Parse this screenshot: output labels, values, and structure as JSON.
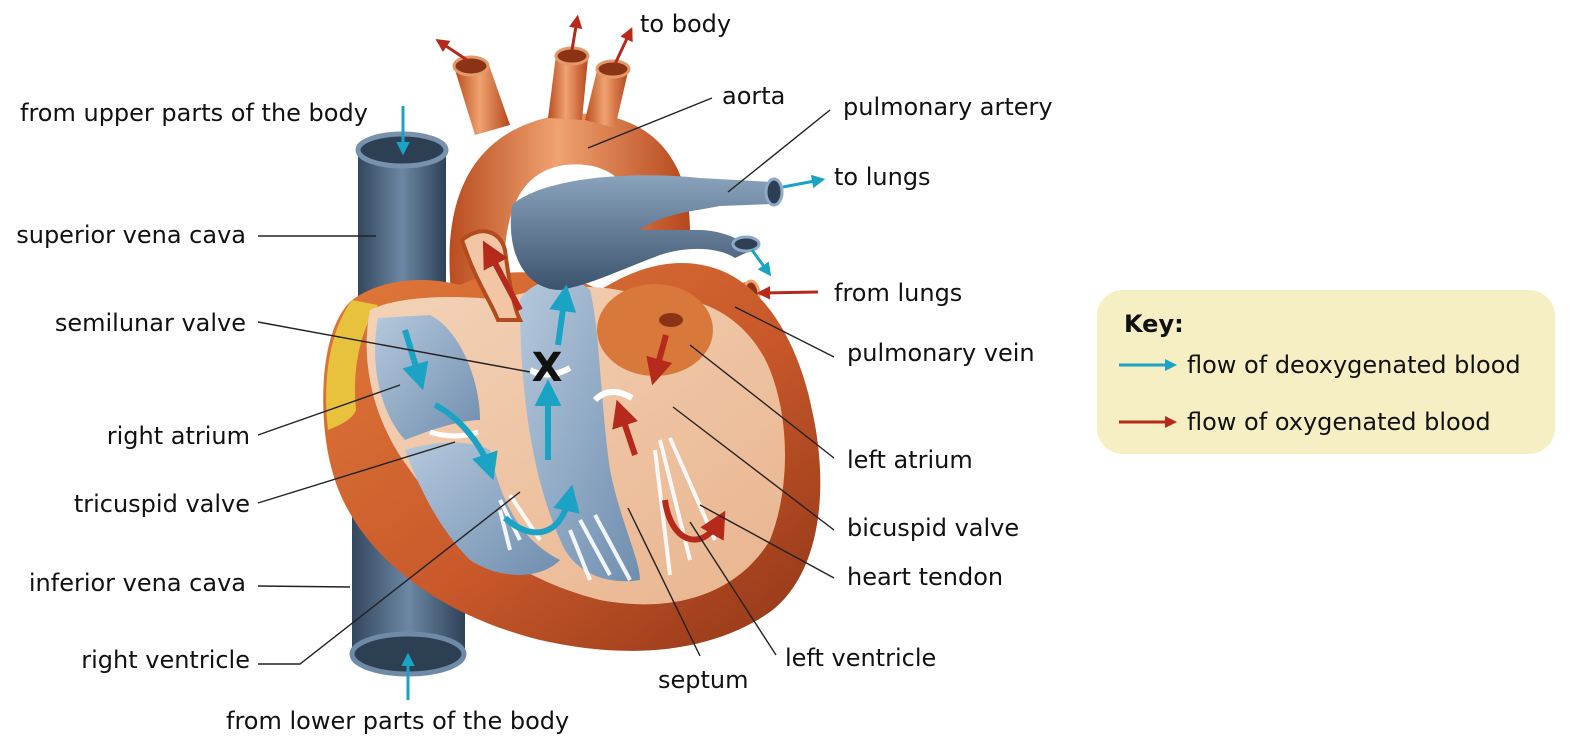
{
  "labels": {
    "to_body": "to body",
    "aorta": "aorta",
    "pulmonary_artery": "pulmonary artery",
    "from_upper": "from upper parts of the body",
    "to_lungs": "to lungs",
    "superior_vena_cava": "superior vena cava",
    "from_lungs": "from lungs",
    "semilunar_valve": "semilunar valve",
    "pulmonary_vein": "pulmonary vein",
    "right_atrium": "right atrium",
    "left_atrium": "left atrium",
    "tricuspid_valve": "tricuspid valve",
    "bicuspid_valve": "bicuspid valve",
    "inferior_vena_cava": "inferior vena cava",
    "heart_tendon": "heart tendon",
    "right_ventricle": "right ventricle",
    "left_ventricle": "left ventricle",
    "septum": "septum",
    "from_lower": "from lower parts of the body",
    "marker_x": "X"
  },
  "key": {
    "title": "Key:",
    "deoxygenated": "flow of deoxygenated blood",
    "oxygenated": "flow of oxygenated blood"
  },
  "colors": {
    "deoxygenated_arrow": "#1aa3c4",
    "oxygenated_arrow": "#b52a1a",
    "key_background": "#f6efc3",
    "muscle": "#c55a24",
    "vein_blue": "#4f6a86",
    "chamber_blue": "#8ea9c6",
    "inner_wall": "#f2c6a4"
  }
}
